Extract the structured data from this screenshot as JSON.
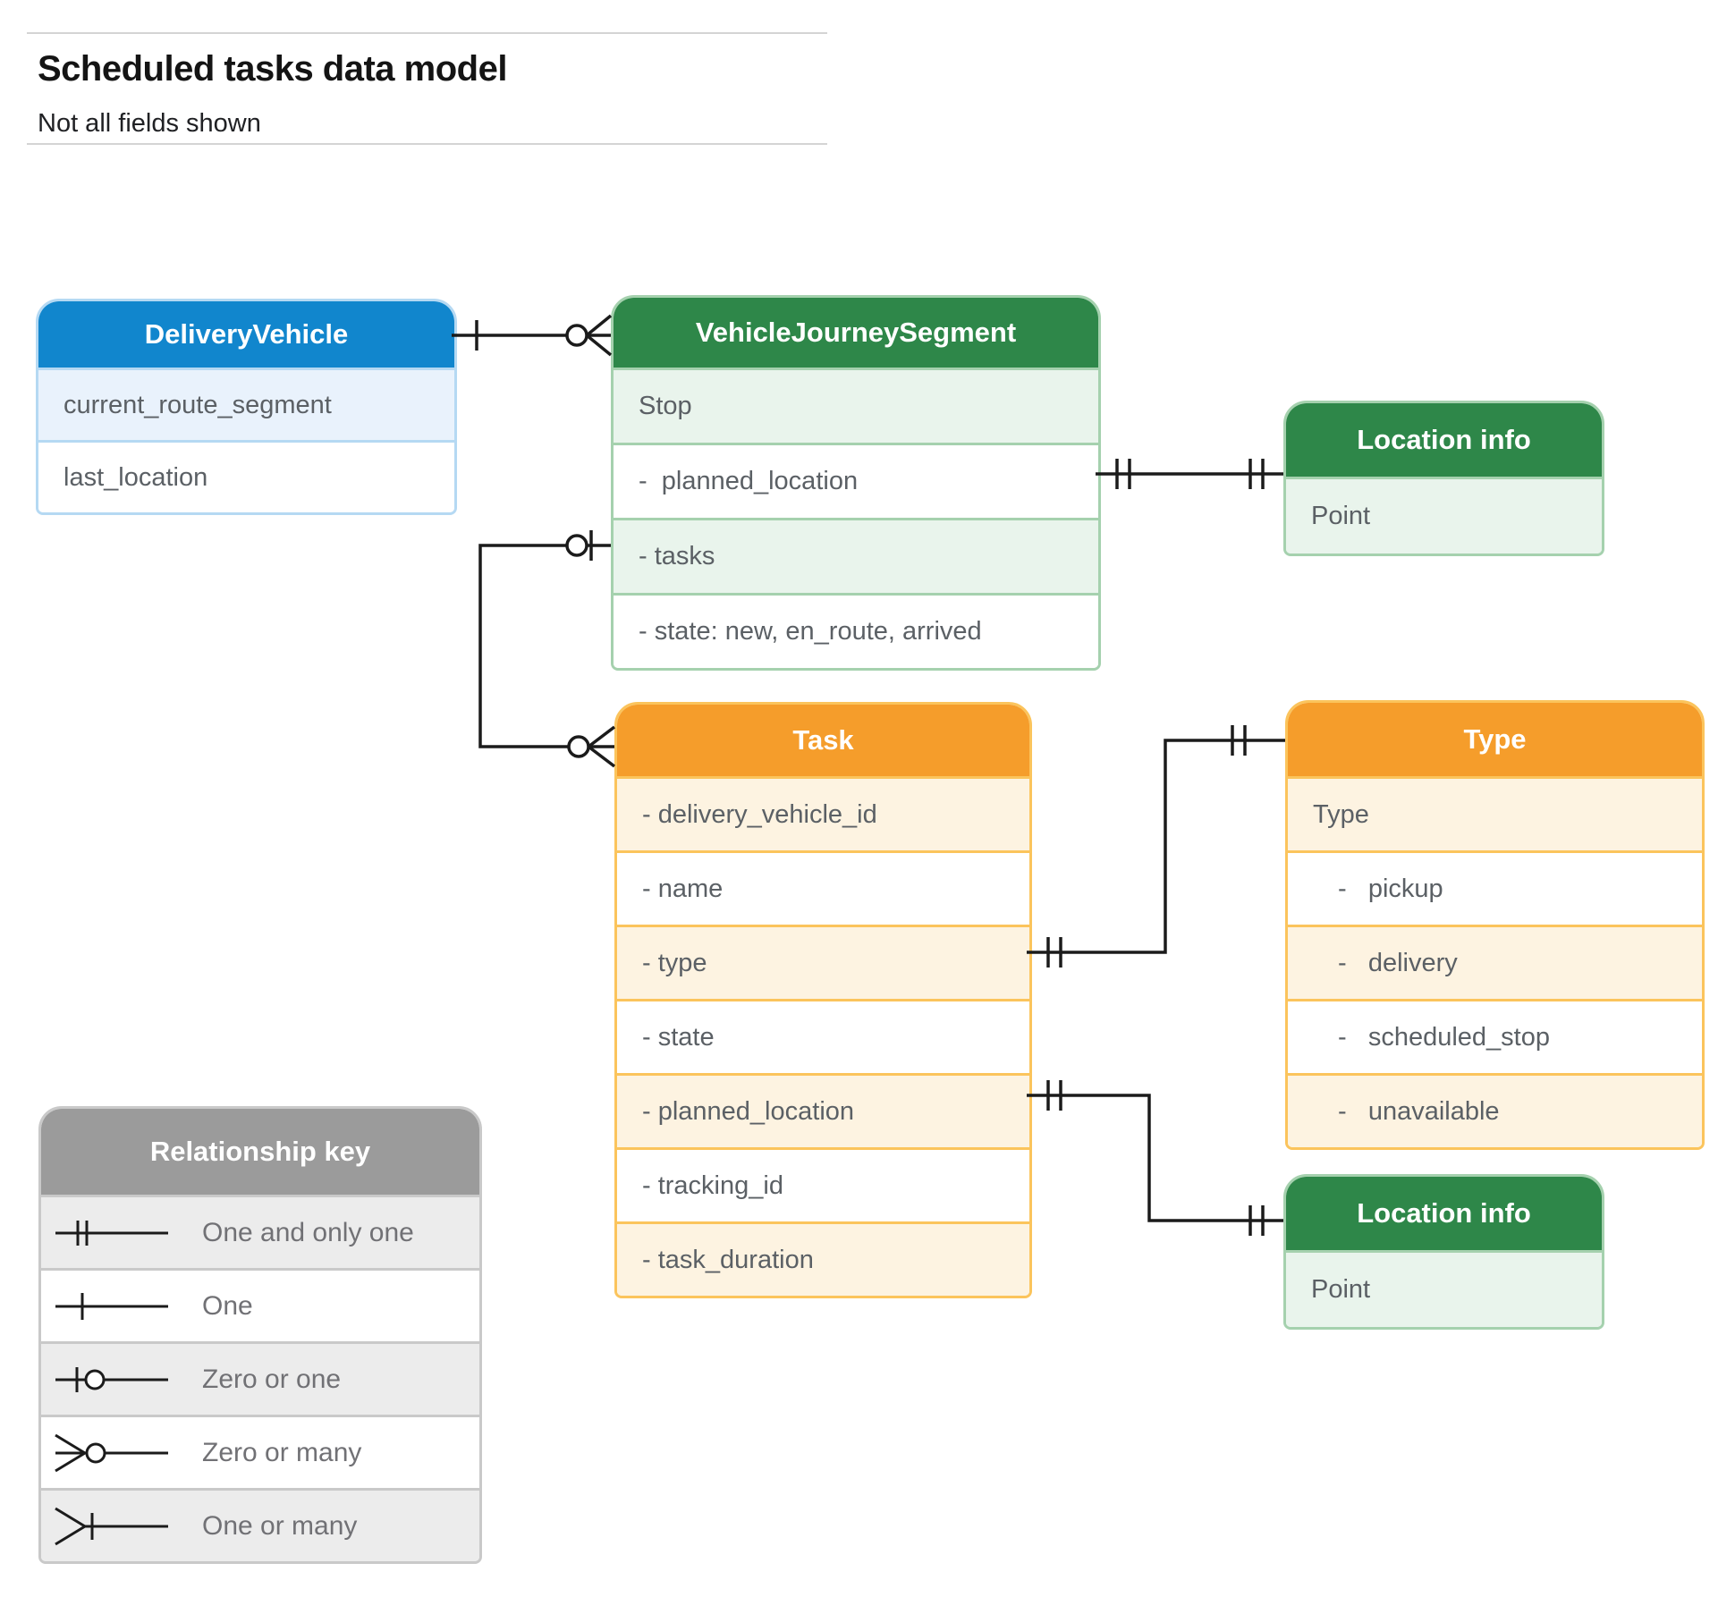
{
  "page": {
    "title": "Scheduled tasks data model",
    "subtitle": "Not all fields shown"
  },
  "colors": {
    "blue": "#1186cd",
    "blue_light": "#e9f2fc",
    "blue_border": "#b5d9f3",
    "green": "#2e8749",
    "green_light": "#e9f4ec",
    "green_border": "#a5d1ae",
    "orange": "#f59d2b",
    "orange_light": "#fdf3e1",
    "orange_border": "#fbc45c",
    "gray": "#9b9b9b",
    "gray_light": "#ececec",
    "gray_border": "#c9c9c9",
    "line": "#1b1b1b",
    "text": "#5b6065"
  },
  "entities": {
    "delivery_vehicle": {
      "title": "DeliveryVehicle",
      "rows": [
        {
          "text": "current_route_segment"
        },
        {
          "text": "last_location"
        }
      ]
    },
    "vehicle_journey_segment": {
      "title": "VehicleJourneySegment",
      "rows": [
        {
          "text": "Stop"
        },
        {
          "text": "-  planned_location"
        },
        {
          "text": "- tasks"
        },
        {
          "text": "- state: new, en_route, arrived"
        }
      ]
    },
    "location_info_top": {
      "title": "Location info",
      "rows": [
        {
          "text": "Point"
        }
      ]
    },
    "task": {
      "title": "Task",
      "rows": [
        {
          "text": "- delivery_vehicle_id"
        },
        {
          "text": "- name"
        },
        {
          "text": "- type"
        },
        {
          "text": "- state"
        },
        {
          "text": "- planned_location"
        },
        {
          "text": "- tracking_id"
        },
        {
          "text": "- task_duration"
        }
      ]
    },
    "type": {
      "title": "Type",
      "rows": [
        {
          "text": "Type"
        },
        {
          "text": "-   pickup"
        },
        {
          "text": "-   delivery"
        },
        {
          "text": "-   scheduled_stop"
        },
        {
          "text": "-   unavailable"
        }
      ]
    },
    "location_info_bottom": {
      "title": "Location info",
      "rows": [
        {
          "text": "Point"
        }
      ]
    }
  },
  "legend": {
    "title": "Relationship key",
    "items": [
      {
        "symbol": "one-and-only-one",
        "label": "One and only one"
      },
      {
        "symbol": "one",
        "label": "One"
      },
      {
        "symbol": "zero-or-one",
        "label": "Zero or one"
      },
      {
        "symbol": "zero-or-many",
        "label": "Zero or many"
      },
      {
        "symbol": "one-or-many",
        "label": "One or many"
      }
    ]
  },
  "relationships": [
    {
      "from": "DeliveryVehicle",
      "to": "VehicleJourneySegment",
      "from_cardinality": "one",
      "to_cardinality": "zero-or-many"
    },
    {
      "from": "VehicleJourneySegment.planned_location",
      "to": "Location info",
      "from_cardinality": "one-and-only-one",
      "to_cardinality": "one-and-only-one"
    },
    {
      "from": "VehicleJourneySegment.tasks",
      "to": "Task",
      "from_cardinality": "zero-or-one",
      "to_cardinality": "zero-or-many"
    },
    {
      "from": "Task.type",
      "to": "Type",
      "from_cardinality": "one-and-only-one",
      "to_cardinality": "one-and-only-one"
    },
    {
      "from": "Task.planned_location",
      "to": "Location info",
      "from_cardinality": "one-and-only-one",
      "to_cardinality": "one-and-only-one"
    }
  ]
}
